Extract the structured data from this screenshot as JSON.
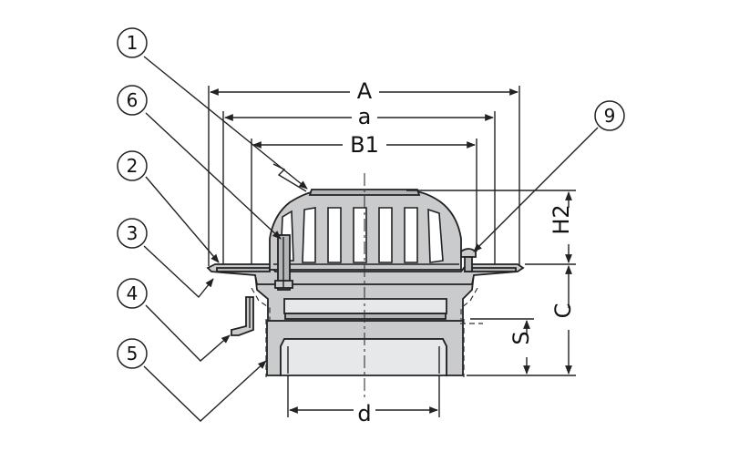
{
  "callouts": [
    {
      "num": "1",
      "part": "strainer dome"
    },
    {
      "num": "6",
      "part": "clamp bolt"
    },
    {
      "num": "2",
      "part": "clamp ring"
    },
    {
      "num": "3",
      "part": "body flange"
    },
    {
      "num": "4",
      "part": "side drain tube"
    },
    {
      "num": "5",
      "part": "outlet body"
    },
    {
      "num": "9",
      "part": "fixing screw"
    }
  ],
  "dimensions": {
    "A": "A",
    "a": "a",
    "B1": "B1",
    "H2": "H2",
    "C": "C",
    "S": "S",
    "d": "d"
  },
  "colors": {
    "line": "#222222",
    "cast_fill": "#c9cbcd",
    "cast_dark": "#b3b6b9",
    "background": "#ffffff"
  }
}
